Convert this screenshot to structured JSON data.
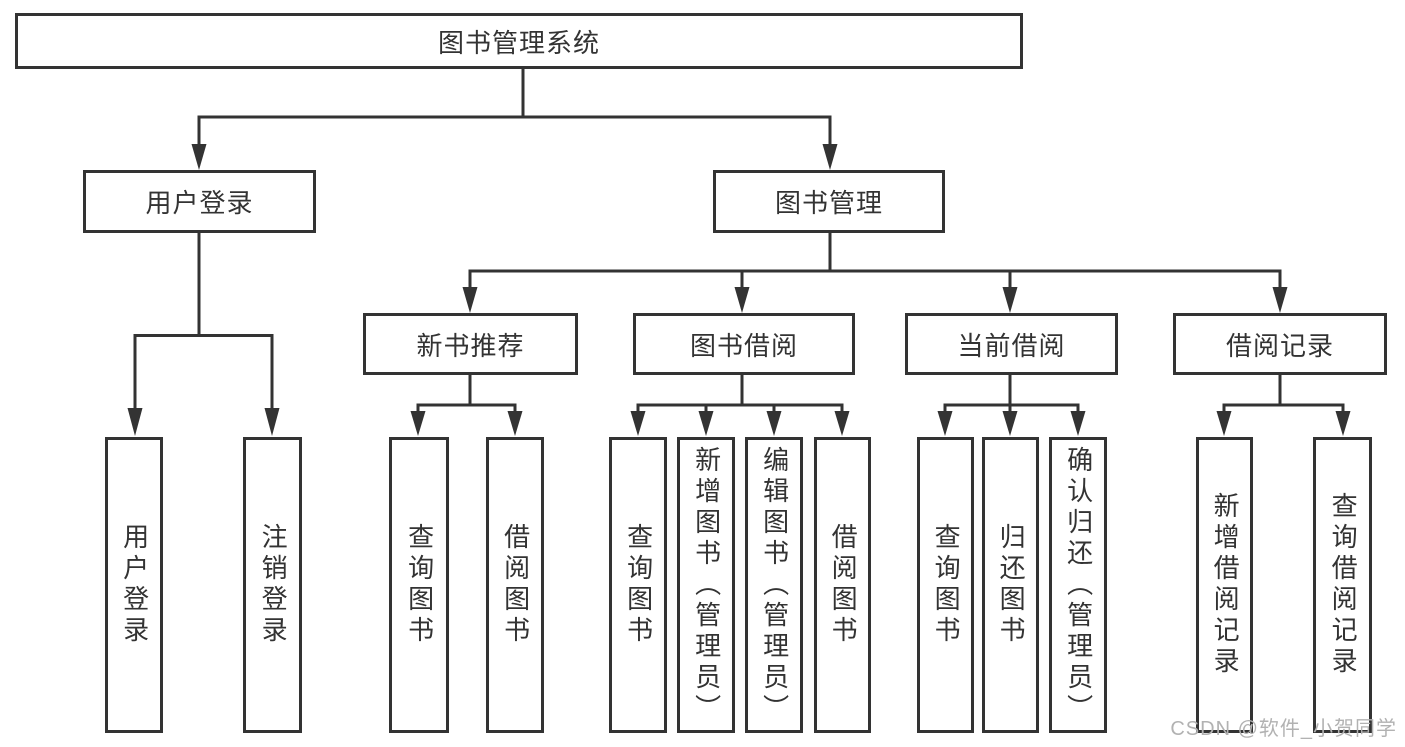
{
  "tree": {
    "root": {
      "label": "图书管理系统"
    },
    "branches": [
      {
        "label": "用户登录",
        "children": [
          {
            "label": "用户登录"
          },
          {
            "label": "注销登录"
          }
        ]
      },
      {
        "label": "图书管理",
        "children": [
          {
            "label": "新书推荐",
            "children": [
              {
                "label": "查询图书"
              },
              {
                "label": "借阅图书"
              }
            ]
          },
          {
            "label": "图书借阅",
            "children": [
              {
                "label": "查询图书"
              },
              {
                "label": "新增图书（管理员）"
              },
              {
                "label": "编辑图书（管理员）"
              },
              {
                "label": "借阅图书"
              }
            ]
          },
          {
            "label": "当前借阅",
            "children": [
              {
                "label": "查询图书"
              },
              {
                "label": "归还图书"
              },
              {
                "label": "确认归还（管理员）"
              }
            ]
          },
          {
            "label": "借阅记录",
            "children": [
              {
                "label": "新增借阅记录"
              },
              {
                "label": "查询借阅记录"
              }
            ]
          }
        ]
      }
    ]
  },
  "watermark": {
    "text": "CSDN @软件_小贺同学"
  },
  "colors": {
    "line": "#333333",
    "box_border": "#333333",
    "text": "#333333",
    "background": "#ffffff",
    "watermark": "#b2b2b2"
  }
}
